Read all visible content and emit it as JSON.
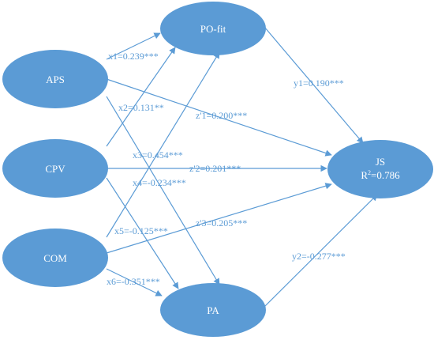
{
  "nodes": {
    "aps": "APS",
    "cpv": "CPV",
    "com": "COM",
    "pofit": "PO-fit",
    "pa": "PA",
    "js": "JS",
    "js_r2_prefix": "R",
    "js_r2_sup": "2",
    "js_r2_value": "=0.786"
  },
  "edges": {
    "x1": "x1=0.239***",
    "x2": "x2=0.131**",
    "x3": "x3=0.454***",
    "x4": "x4=-0.234***",
    "x5": "x5=-0.125***",
    "x6": "x6=-0.351***",
    "y1": "y1=0.190***",
    "y2": "y2=-0.277***",
    "z1": "z'1=0.200***",
    "z2": "z'2=0.201***",
    "z3": "z'3=0.205***"
  },
  "colors": {
    "node_fill": "#5b9bd5",
    "edge": "#5b9bd5",
    "label": "#5b9bd5",
    "background": "#ffffff"
  }
}
